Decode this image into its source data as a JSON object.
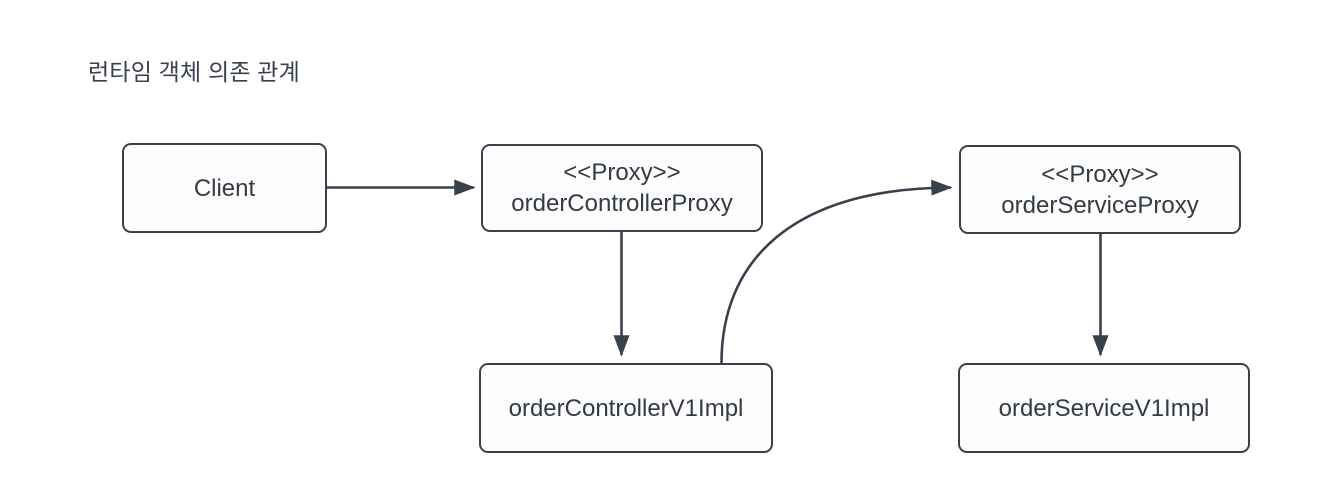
{
  "diagram": {
    "title": "런타임 객체 의존 관계",
    "background_color": "#ffffff",
    "stroke_color": "#39414d",
    "text_color": "#333b45",
    "node_fill_color": "#fdfdfd",
    "nodes": [
      {
        "id": "client",
        "stereotype": "",
        "label": "Client"
      },
      {
        "id": "ctrl-proxy",
        "stereotype": "<<Proxy>>",
        "label": "orderControllerProxy"
      },
      {
        "id": "svc-proxy",
        "stereotype": "<<Proxy>>",
        "label": "orderServiceProxy"
      },
      {
        "id": "ctrl-impl",
        "stereotype": "",
        "label": "orderControllerV1Impl"
      },
      {
        "id": "svc-impl",
        "stereotype": "",
        "label": "orderServiceV1Impl"
      }
    ],
    "edges": [
      {
        "id": "client-to-ctrl-proxy",
        "from": "Client",
        "to": "orderControllerProxy",
        "style": "straight-horizontal"
      },
      {
        "id": "ctrl-proxy-to-ctrl-impl",
        "from": "orderControllerProxy",
        "to": "orderControllerV1Impl",
        "style": "straight-vertical"
      },
      {
        "id": "ctrl-impl-to-svc-proxy",
        "from": "orderControllerV1Impl",
        "to": "orderServiceProxy",
        "style": "curved"
      },
      {
        "id": "svc-proxy-to-svc-impl",
        "from": "orderServiceProxy",
        "to": "orderServiceV1Impl",
        "style": "straight-vertical"
      }
    ]
  }
}
